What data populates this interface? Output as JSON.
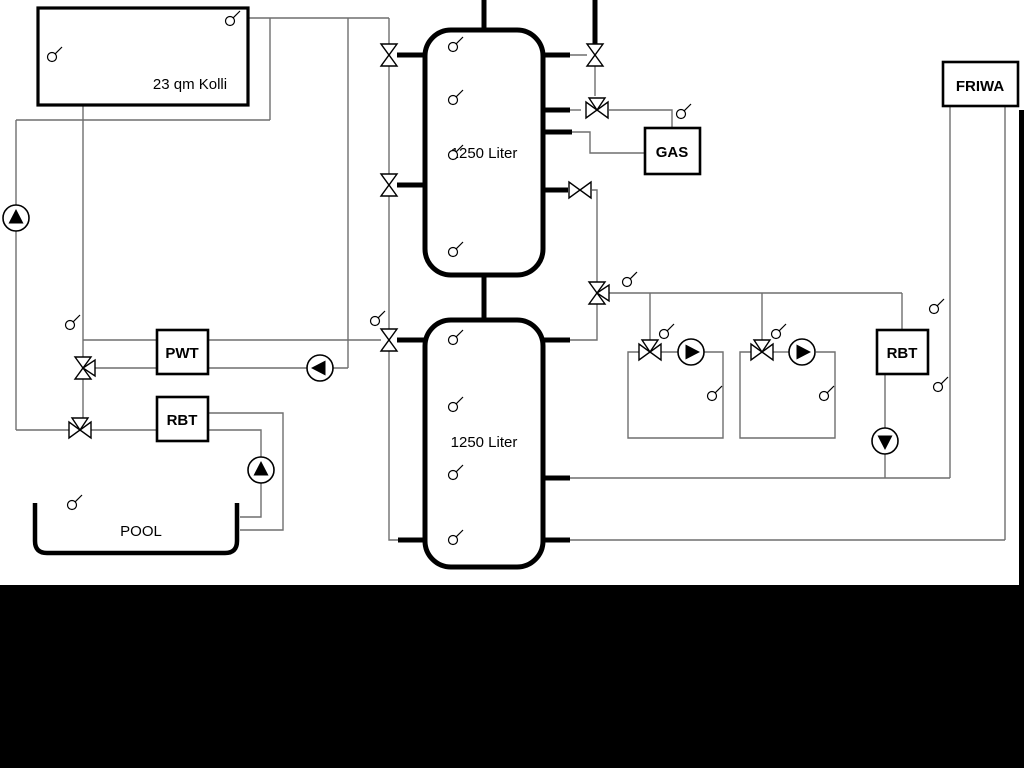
{
  "labels": {
    "collector": "23 qm Kolli",
    "tank_top": "1250 Liter",
    "tank_bottom": "1250 Liter",
    "gas": "GAS",
    "friwa": "FRIWA",
    "pwt": "PWT",
    "rbt_left": "RBT",
    "rbt_right": "RBT",
    "pool": "POOL"
  },
  "colors": {
    "background": "#ffffff",
    "pipe_thin": "#6f6f6f",
    "pipe_thick": "#000000",
    "letterbox": "#000000"
  }
}
